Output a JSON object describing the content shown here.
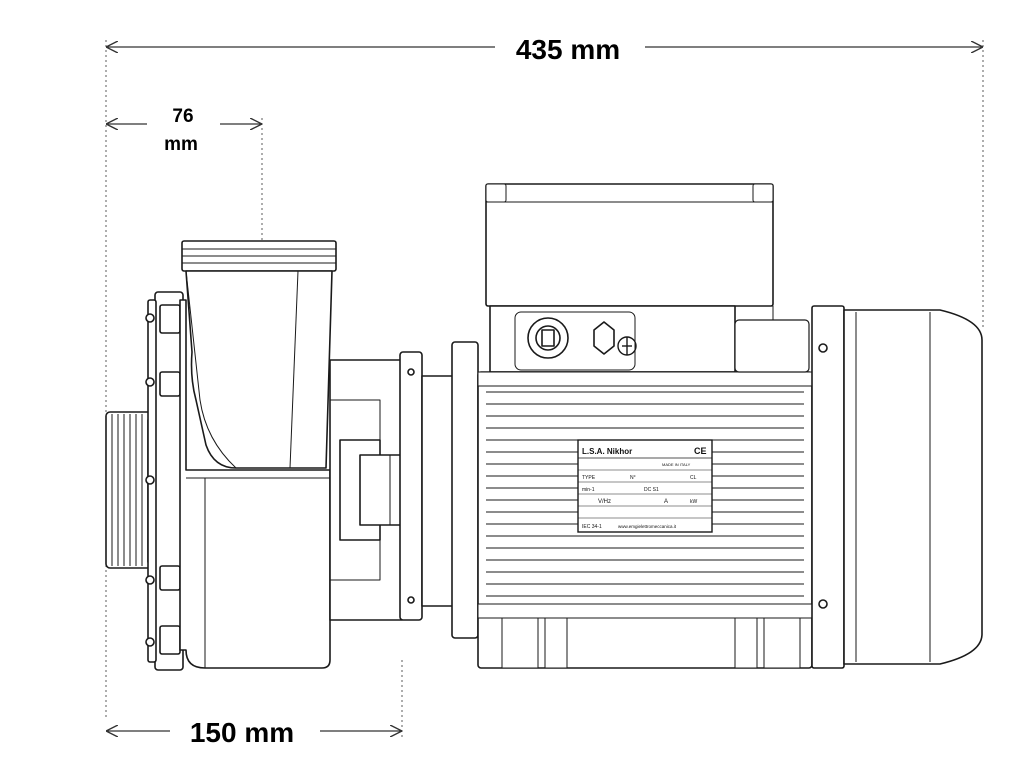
{
  "dimensions": {
    "overall_length": "435 mm",
    "inlet_offset_value": "76",
    "inlet_offset_unit": "mm",
    "pump_body_length": "150 mm"
  },
  "nameplate": {
    "brand_mark": "L.S.A. Nikhor",
    "made_in": "MADE IN ITALY",
    "ce_mark": "CE",
    "type_label": "TYPE",
    "no_label": "N°",
    "cl_label": "CL",
    "rpm_label": "min-1",
    "duty_label": "DC S1",
    "hz_label": "V/Hz",
    "amp_label": "A",
    "kw_label": "kW",
    "standard": "IEC 34-1",
    "website": "www.emgielettromeccanica.it"
  },
  "colors": {
    "line": "#1a1a1a",
    "dimension": "#333333",
    "fill": "#ffffff"
  }
}
